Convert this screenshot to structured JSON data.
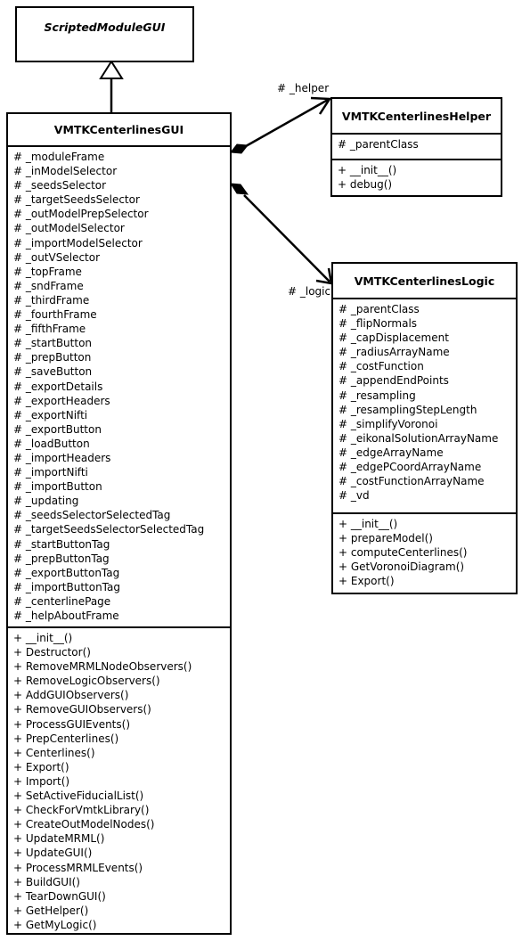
{
  "classes": {
    "base": {
      "name": "ScriptedModuleGUI"
    },
    "gui": {
      "name": "VMTKCenterlinesGUI",
      "attributes": [
        "# _moduleFrame",
        "# _inModelSelector",
        "# _seedsSelector",
        "# _targetSeedsSelector",
        "# _outModelPrepSelector",
        "# _outModelSelector",
        "# _importModelSelector",
        "# _outVSelector",
        "# _topFrame",
        "# _sndFrame",
        "# _thirdFrame",
        "# _fourthFrame",
        "# _fifthFrame",
        "# _startButton",
        "# _prepButton",
        "# _saveButton",
        "# _exportDetails",
        "# _exportHeaders",
        "# _exportNifti",
        "# _exportButton",
        "# _loadButton",
        "# _importHeaders",
        "# _importNifti",
        "# _importButton",
        "# _updating",
        "# _seedsSelectorSelectedTag",
        "# _targetSeedsSelectorSelectedTag",
        "# _startButtonTag",
        "# _prepButtonTag",
        "# _exportButtonTag",
        "# _importButtonTag",
        "# _centerlinePage",
        "# _helpAboutFrame"
      ],
      "methods": [
        "+ __init__()",
        "+ Destructor()",
        "+ RemoveMRMLNodeObservers()",
        "+ RemoveLogicObservers()",
        "+ AddGUIObservers()",
        "+ RemoveGUIObservers()",
        "+ ProcessGUIEvents()",
        "+ PrepCenterlines()",
        "+ Centerlines()",
        "+ Export()",
        "+ Import()",
        "+ SetActiveFiducialList()",
        "+ CheckForVmtkLibrary()",
        "+ CreateOutModelNodes()",
        "+ UpdateMRML()",
        "+ UpdateGUI()",
        "+ ProcessMRMLEvents()",
        "+ BuildGUI()",
        "+ TearDownGUI()",
        "+ GetHelper()",
        "+ GetMyLogic()"
      ]
    },
    "helper": {
      "name": "VMTKCenterlinesHelper",
      "attributes": [
        "# _parentClass"
      ],
      "methods": [
        "+ __init__()",
        "+ debug()"
      ]
    },
    "logic": {
      "name": "VMTKCenterlinesLogic",
      "attributes": [
        "# _parentClass",
        "# _flipNormals",
        "# _capDisplacement",
        "# _radiusArrayName",
        "# _costFunction",
        "# _appendEndPoints",
        "# _resampling",
        "# _resamplingStepLength",
        "# _simplifyVoronoi",
        "# _eikonalSolutionArrayName",
        "# _edgeArrayName",
        "# _edgePCoordArrayName",
        "# _costFunctionArrayName",
        "# _vd"
      ],
      "methods": [
        "+ __init__()",
        "+ prepareModel()",
        "+ computeCenterlines()",
        "+ GetVoronoiDiagram()",
        "+ Export()"
      ]
    }
  },
  "associations": {
    "helper_role": "# _helper",
    "logic_role": "# _logic"
  }
}
